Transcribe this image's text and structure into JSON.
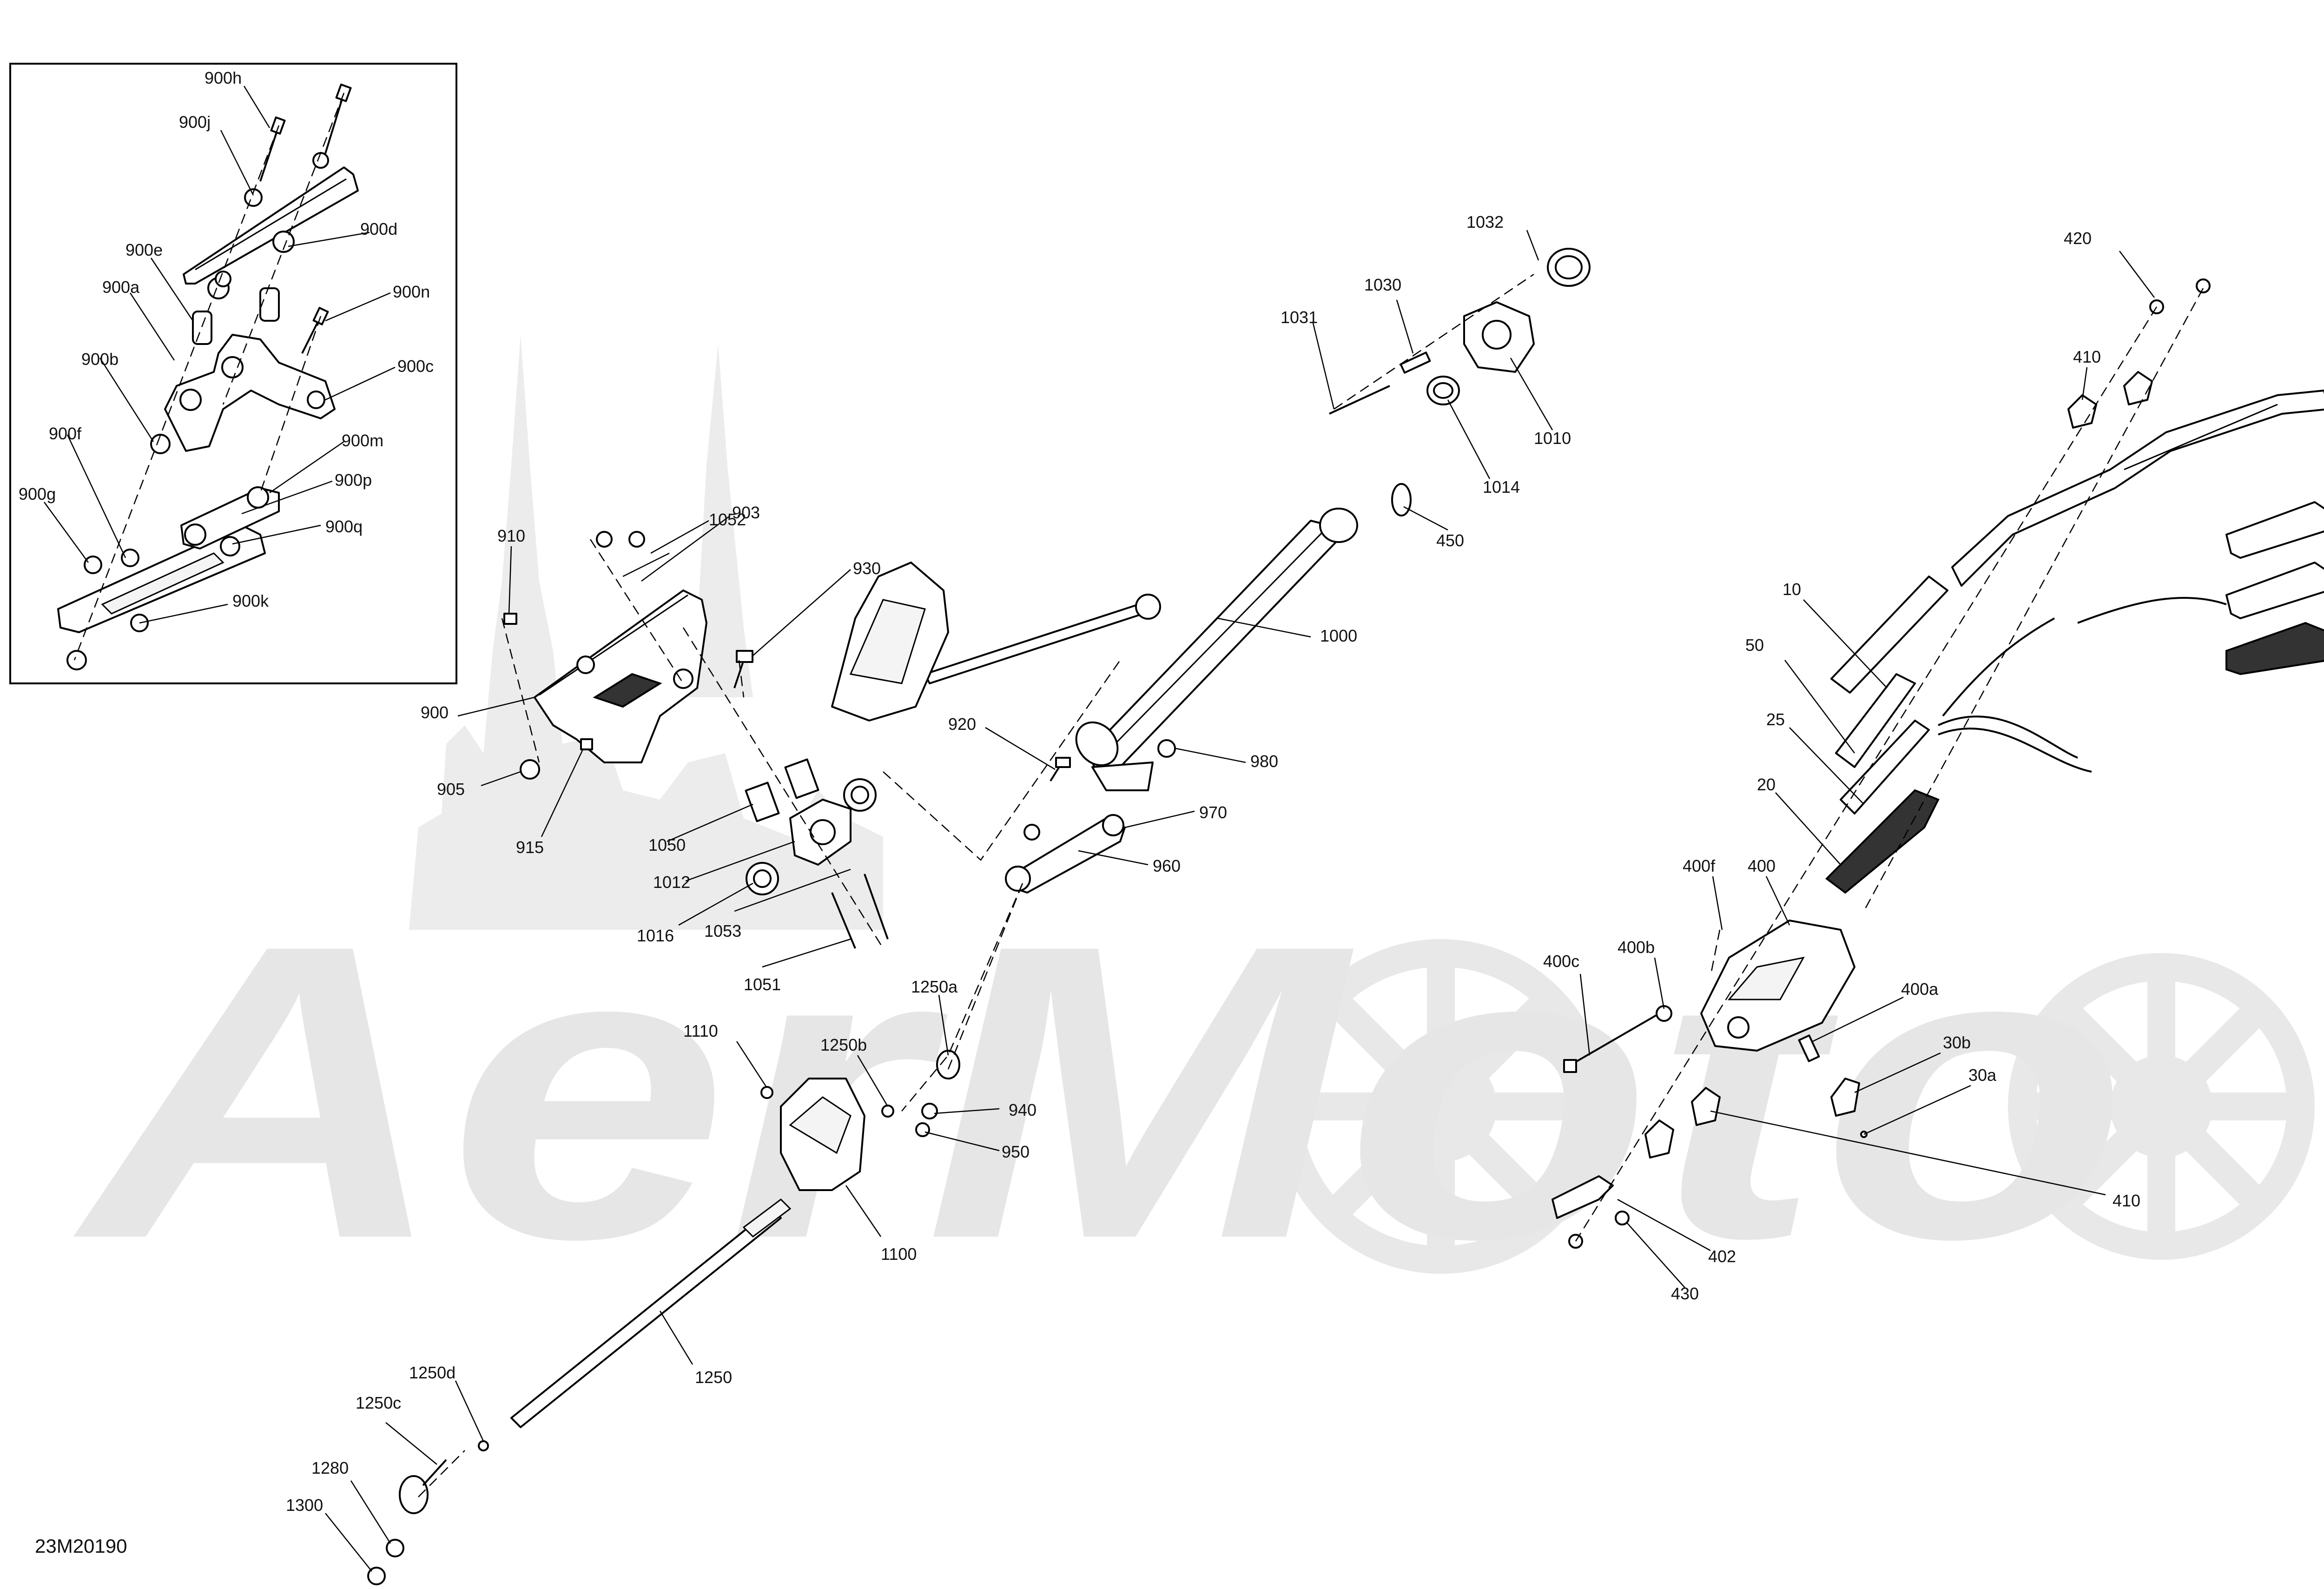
{
  "watermark": {
    "text": "AerMoto",
    "color": "#e6e6e6"
  },
  "diagram_code": "23M20190",
  "callouts": {
    "c900h": "900h",
    "c900j": "900j",
    "c900e": "900e",
    "c900d": "900d",
    "c900a": "900a",
    "c900n": "900n",
    "c900b": "900b",
    "c900c": "900c",
    "c900f": "900f",
    "c900m": "900m",
    "c900g": "900g",
    "c900p": "900p",
    "c900q": "900q",
    "c900k": "900k",
    "c1052": "1052",
    "c903": "903",
    "c910": "910",
    "c930": "930",
    "c900": "900",
    "c905": "905",
    "c915": "915",
    "c1050": "1050",
    "c1012": "1012",
    "c1016": "1016",
    "c1053": "1053",
    "c1051": "1051",
    "c1032": "1032",
    "c1030": "1030",
    "c1031": "1031",
    "c1010": "1010",
    "c1014": "1014",
    "c450": "450",
    "c1000": "1000",
    "c920": "920",
    "c980": "980",
    "c970": "970",
    "c960": "960",
    "c1250a": "1250a",
    "c1110": "1110",
    "c1250b": "1250b",
    "c940": "940",
    "c950": "950",
    "c1100": "1100",
    "c1250": "1250",
    "c1250d": "1250d",
    "c1250c": "1250c",
    "c1280": "1280",
    "c1300": "1300",
    "c420": "420",
    "c410a": "410",
    "c10": "10",
    "c50": "50",
    "c25": "25",
    "c20": "20",
    "c400f": "400f",
    "c400": "400",
    "c400b": "400b",
    "c400c": "400c",
    "c400a": "400a",
    "c30b": "30b",
    "c30a": "30a",
    "c410b": "410",
    "c402": "402",
    "c430": "430"
  }
}
